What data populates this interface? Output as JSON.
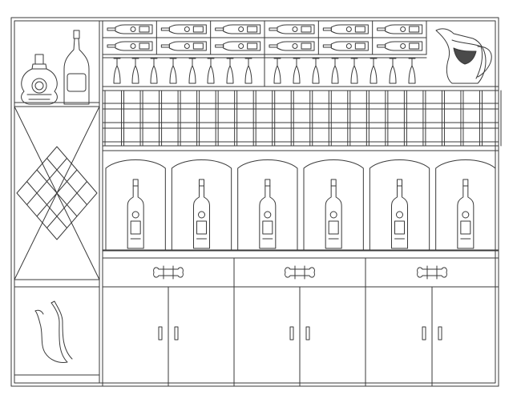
{
  "drawing": {
    "subject": "",
    "line_color": "#3a3a3a",
    "background": "#ffffff"
  },
  "top_rack": {
    "rows": 2,
    "columns": 6,
    "bottles_per_cell": 1
  },
  "glass_rack": {
    "glass_count": 16
  },
  "lattice_shelf": {
    "columns": 21,
    "rows": 3
  },
  "arched_niches": {
    "count": 6,
    "bottle_per_niche": 1
  },
  "cabinets": {
    "count": 3,
    "drawer_per_cabinet": 1,
    "doors_per_cabinet": 2
  },
  "side_column": {
    "items": [
      "cognac-bottle",
      "wine-bottle",
      "diamond-wine-rack",
      "wine-decanter"
    ]
  },
  "corner_item": "water-pitcher"
}
